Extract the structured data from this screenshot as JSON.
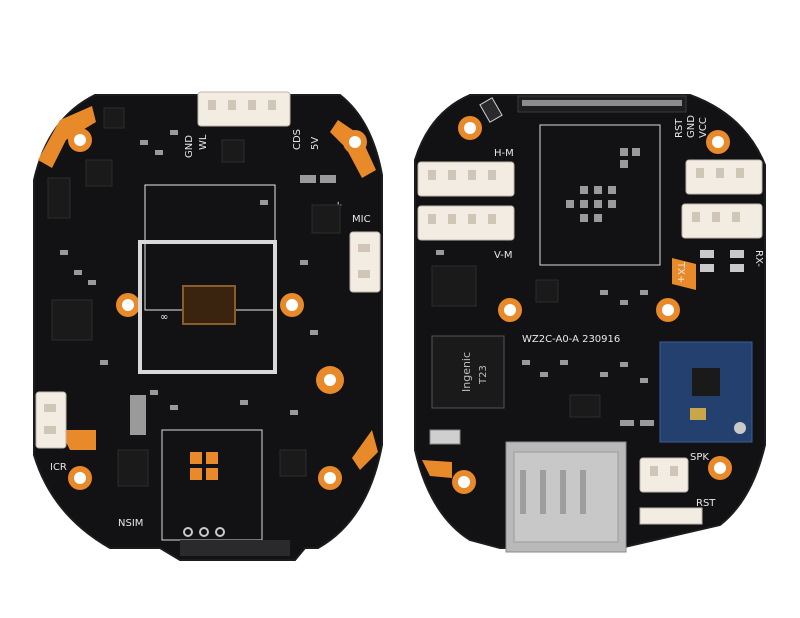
{
  "colors": {
    "pcb": "#121214",
    "pcb_edge": "#1c1c1f",
    "copper": "#e8892a",
    "silk": "#e8e8e8",
    "connector": "#f2ece3",
    "pad": "#c9c9c9",
    "chip": "#1a1a1a",
    "wifi_module": "#23406e",
    "sd_metal": "#b9b9b9",
    "sensor": "#3a2410"
  },
  "left_board": {
    "labels": {
      "gnd": "GND",
      "wl": "WL",
      "cds": "CDS",
      "five_v": "5V",
      "mic_plus": "+",
      "mic": "MIC",
      "icr": "ICR",
      "nsim": "NSIM"
    }
  },
  "right_board": {
    "labels": {
      "rst": "RST",
      "gnd": "GND",
      "vcc": "VCC",
      "hm": "H-M",
      "vm": "V-M",
      "tx": "TX+",
      "rx": "RX-",
      "board_id": "WZ2C-A0-A 230916",
      "spk": "SPK",
      "rst2": "RST"
    },
    "soc": {
      "brand": "Ingenic",
      "model": "T23"
    }
  }
}
